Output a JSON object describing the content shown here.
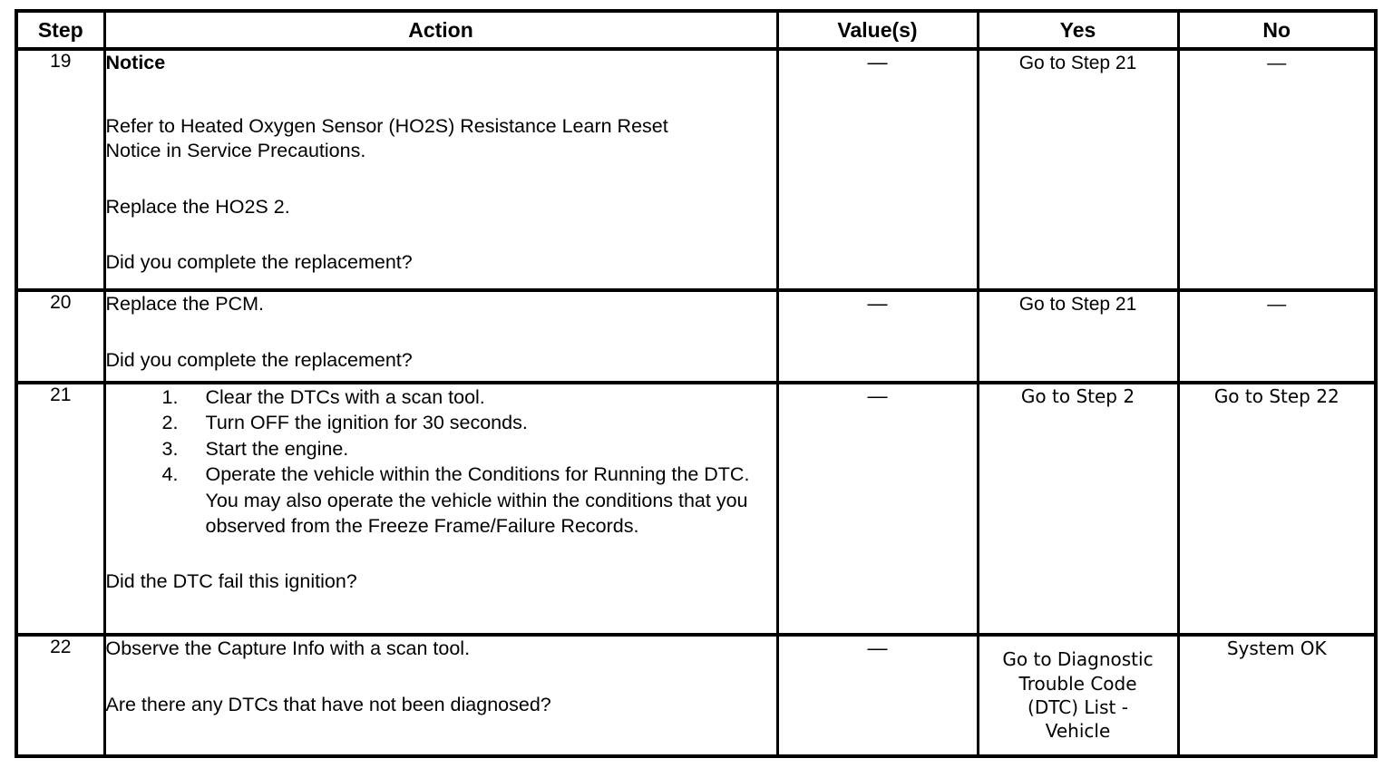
{
  "document": {
    "type": "diagnostic-procedure-table",
    "title": "Diagnostic Step Table"
  },
  "table": {
    "headers": {
      "step": "Step",
      "action": "Action",
      "values": "Value(s)",
      "yes": "Yes",
      "no": "No"
    },
    "rows": [
      {
        "step": "19",
        "action": {
          "notice_label": "Notice",
          "notice_body_line1": "Refer to Heated Oxygen Sensor (HO2S) Resistance Learn Reset",
          "notice_body_line2": "Notice in Service Precautions.",
          "instruction": "Replace the HO2S 2.",
          "question": "Did you complete the replacement?"
        },
        "value": "—",
        "yes": "Go to Step 21",
        "no": "—"
      },
      {
        "step": "20",
        "action": {
          "instruction": "Replace the PCM.",
          "question": "Did you complete the replacement?"
        },
        "value": "—",
        "yes": "Go to Step 21",
        "no": "—"
      },
      {
        "step": "21",
        "action": {
          "list": [
            "Clear the DTCs with a scan tool.",
            "Turn OFF the ignition for 30 seconds.",
            "Start the engine.",
            "Operate the vehicle within the Conditions for Running the DTC. You may also operate the vehicle within the conditions that you observed from the Freeze Frame/Failure Records."
          ],
          "question": "Did the DTC fail this ignition?"
        },
        "value": "—",
        "yes": "Go to Step 2",
        "no": "Go to Step 22"
      },
      {
        "step": "22",
        "action": {
          "instruction": "Observe the Capture Info with a scan tool.",
          "question": "Are there any DTCs that have not been diagnosed?"
        },
        "value": "—",
        "yes_lines": [
          "Go to Diagnostic",
          "Trouble Code",
          "(DTC) List -",
          "Vehicle"
        ],
        "no": "System OK"
      }
    ]
  },
  "colors": {
    "border": "#000000",
    "background": "#ffffff",
    "text": "#000000"
  }
}
